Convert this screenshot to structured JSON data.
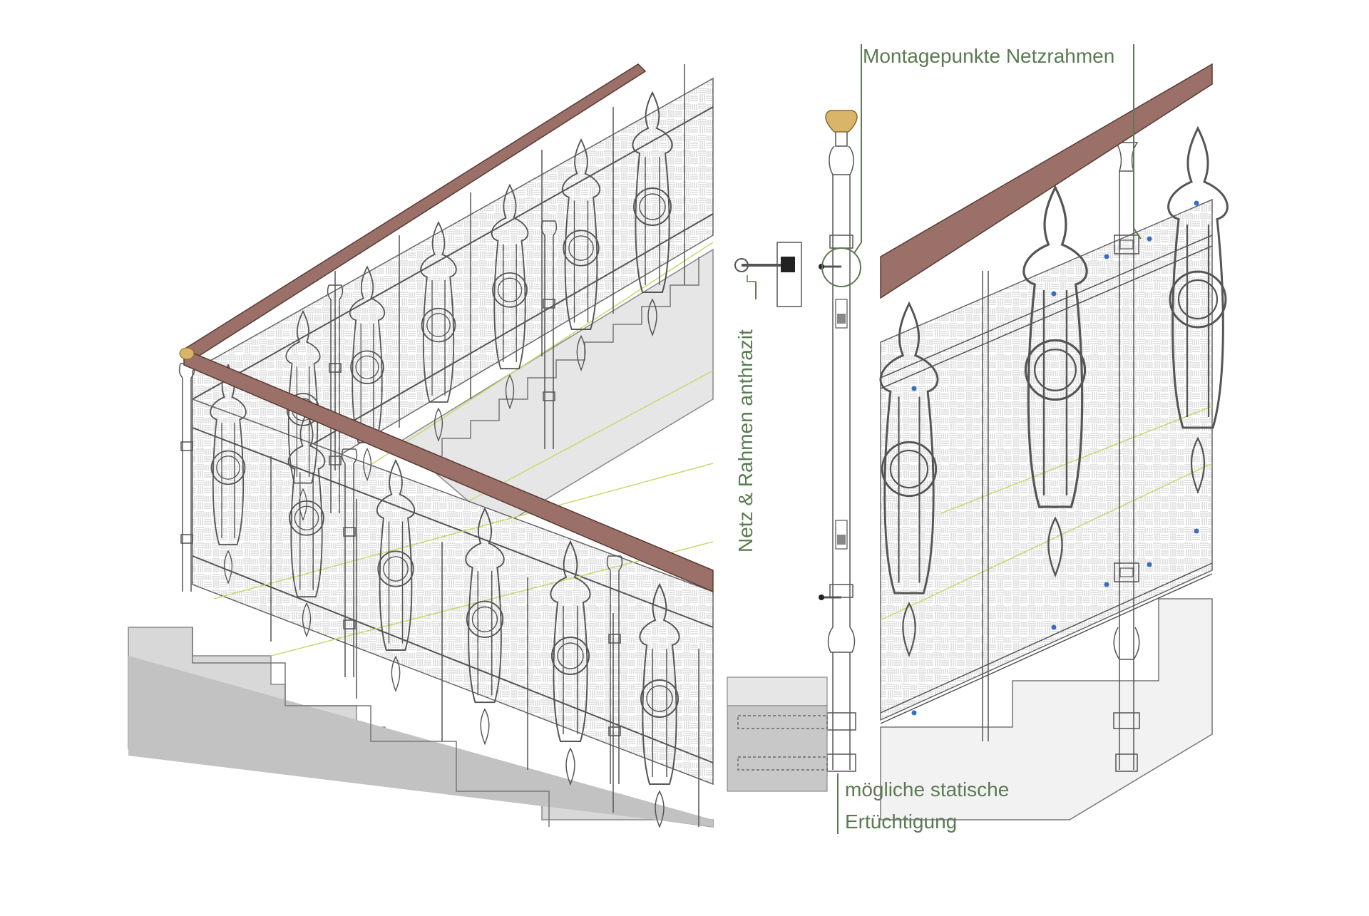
{
  "labels": {
    "montage": "Montagepunkte Netzrahmen",
    "netz": "Netz & Rahmen anthrazit",
    "statik_line1": "mögliche statische",
    "statik_line2": "Ertüchtigung"
  },
  "colors": {
    "handrail": "#9a7068",
    "handrail_edge": "#5a3a34",
    "knob": "#d9b56a",
    "leader": "#5b7a53",
    "stair_fill": "#d8d8d8",
    "stair_dark": "#c2c2c2",
    "line_green": "#c8d86a",
    "mount_dot": "#3a6fc0",
    "iron": "#555555"
  }
}
